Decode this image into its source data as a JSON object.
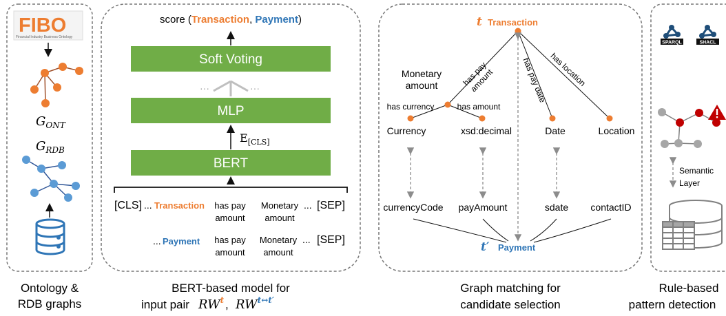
{
  "panel1": {
    "fibo_logo": "FIBO",
    "fibo_subtitle": "Financial Industry Business Ontology",
    "g_ont_label": "G",
    "g_ont_sub": "ONT",
    "g_rdb_label": "G",
    "g_rdb_sub": "RDB",
    "database_icon": "database-icon",
    "caption_line1": "Ontology &",
    "caption_line2": "RDB graphs"
  },
  "panel2": {
    "score_prefix": "score (",
    "score_transaction": "Transaction",
    "score_comma": ", ",
    "score_payment": "Payment",
    "score_suffix": ")",
    "soft_voting": "Soft Voting",
    "dots_left": "···",
    "dots_right": "···",
    "mlp": "MLP",
    "ecls_e": "E",
    "ecls_sub": "[CLS]",
    "bert": "BERT",
    "row1": {
      "cls": "[CLS]",
      "ellipsis": "...",
      "transaction": "Transaction",
      "has_pay_1": "has pay",
      "has_pay_2": "amount",
      "monetary_1": "Monetary",
      "monetary_2": "amount",
      "ellipsis2": "...",
      "sep": "[SEP]"
    },
    "row2": {
      "ellipsis": "...",
      "payment": "Payment",
      "has_pay_1": "has pay",
      "has_pay_2": "amount",
      "monetary_1": "Monetary",
      "monetary_2": "amount",
      "ellipsis2": "...",
      "sep": "[SEP]"
    },
    "caption_line1": "BERT-based model for",
    "caption_line2_prefix": "input pair",
    "rw": "RW",
    "sup_t": "t",
    "sup_tt": "t↔t′",
    "comma": ","
  },
  "panel3": {
    "t_symbol": "t",
    "transaction": "Transaction",
    "monetary_1": "Monetary",
    "monetary_2": "amount",
    "edge_has_pay_amount_1": "has pay",
    "edge_has_pay_amount_2": "amount",
    "edge_has_pay_date": "has pay date",
    "edge_has_location": "has location",
    "edge_has_currency": "has currency",
    "edge_has_amount": "has amount",
    "currency": "Currency",
    "xsd_decimal": "xsd:decimal",
    "date": "Date",
    "location": "Location",
    "currency_code": "currencyCode",
    "pay_amount": "payAmount",
    "sdate": "sdate",
    "contact_id": "contactID",
    "t_prime": "t′",
    "payment": "Payment",
    "caption_line1": "Graph matching for",
    "caption_line2": "candidate selection"
  },
  "panel4": {
    "sparql": "SPARQL",
    "shacl": "SHACL",
    "warning_icon": "warning-icon",
    "semantic_1": "Semantic",
    "semantic_2": "Layer",
    "database_icon": "database-table-icon",
    "caption_line1": "Rule-based",
    "caption_line2": "pattern detection"
  },
  "colors": {
    "orange": "#ed7d31",
    "blue": "#2e75b6",
    "green": "#70ad47",
    "red": "#c00000",
    "gray": "#a6a6a6"
  }
}
